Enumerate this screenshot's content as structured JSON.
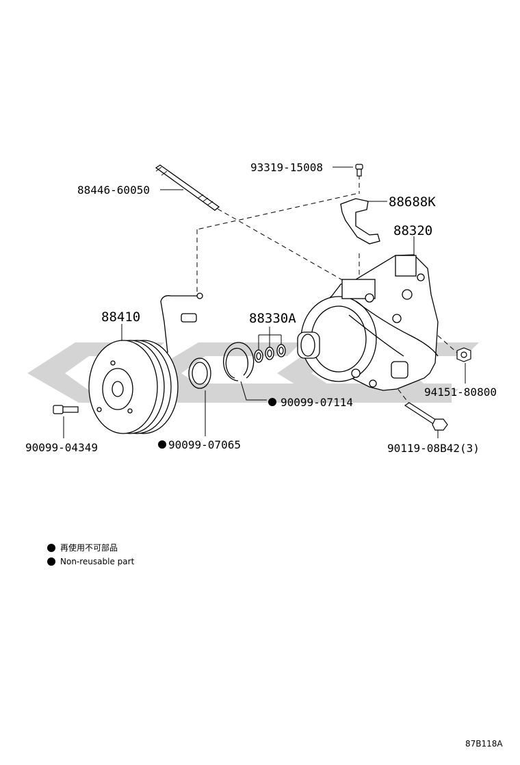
{
  "watermark": {
    "color": "#d4d4d4"
  },
  "parts": {
    "p93319_15008": "93319-15008",
    "p88446_60050": "88446-60050",
    "p88688K": "88688K",
    "p88320": "88320",
    "p88410": "88410",
    "p88330A": "88330A",
    "p94151_80800": "94151-80800",
    "p90099_07114": "90099-07114",
    "p90119_08B42": "90119-08B42(3)",
    "p90099_04349": "90099-04349",
    "p90099_07065": "90099-07065"
  },
  "legend": {
    "japanese": "再使用不可部品",
    "english": "Non-reusable part"
  },
  "figure_code": "87B118A"
}
